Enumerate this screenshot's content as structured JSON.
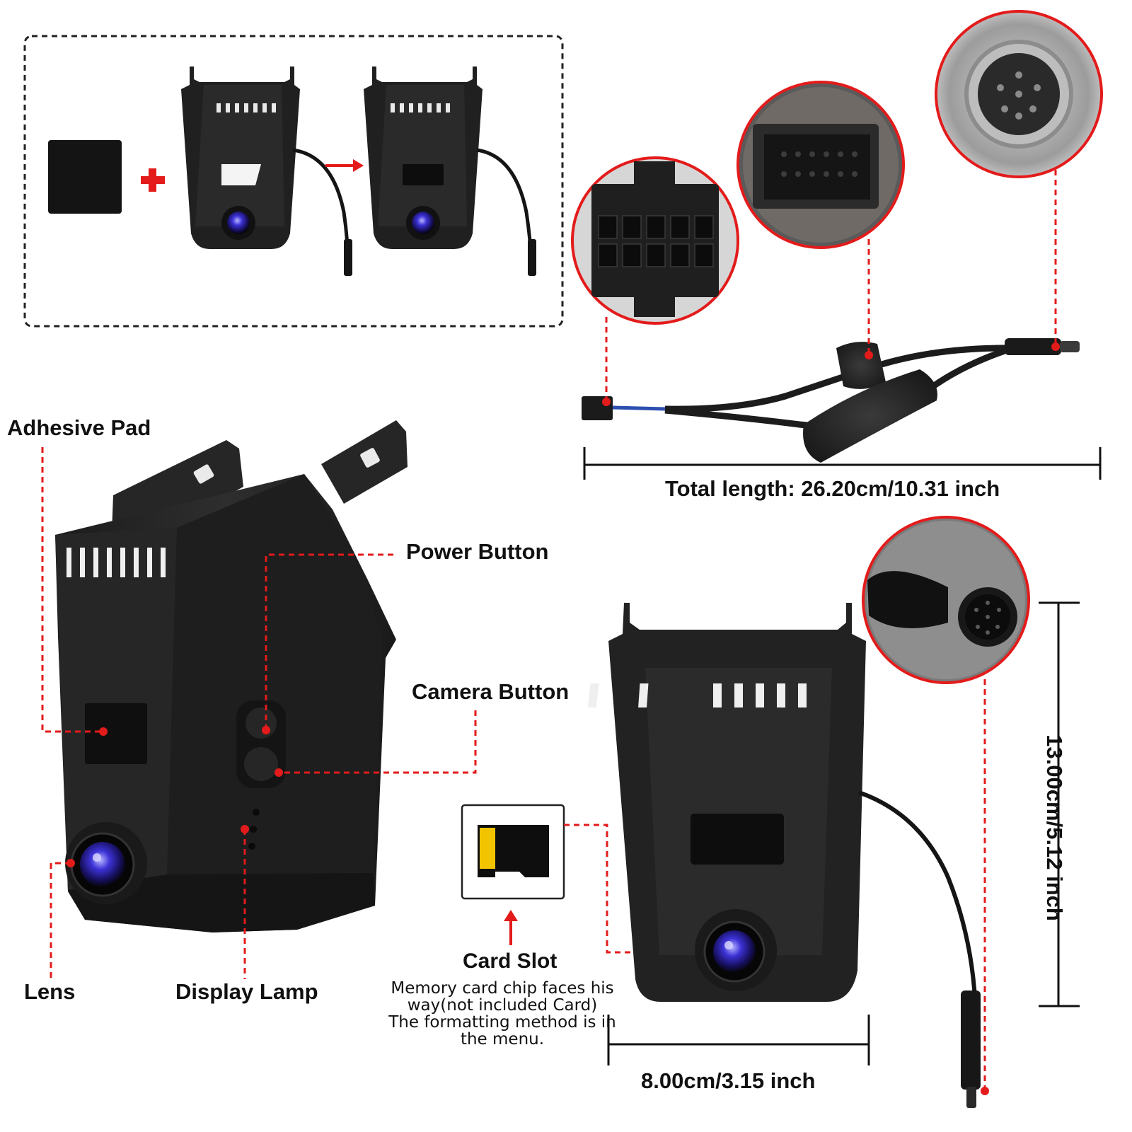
{
  "labels": {
    "adhesive_pad": "Adhesive Pad",
    "power_button": "Power Button",
    "camera_button": "Camera Button",
    "lens": "Lens",
    "display_lamp": "Display Lamp",
    "card_slot": "Card Slot",
    "card_note": [
      "Memory card chip faces his",
      "way(not included Card)",
      "The formatting method is in",
      "the menu."
    ]
  },
  "dimensions": {
    "total_length": "Total length: 26.20cm/10.31 inch",
    "width": "8.00cm/3.15 inch",
    "height": "13.00cm/5.12 inch"
  },
  "colors": {
    "accent": "#e31b1b",
    "device_body": "#232323",
    "lens_blue": "#3a34d8",
    "sd_card_contact": "#f2c400",
    "foam": "#2a2a2a"
  },
  "icons": {
    "plus": "plus-icon",
    "arrow": "arrow-right-icon",
    "up_arrow": "arrow-up-icon"
  }
}
